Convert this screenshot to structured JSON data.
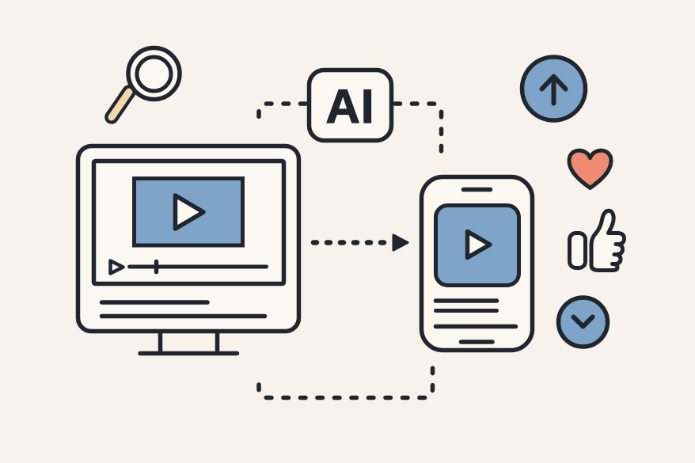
{
  "illustration": {
    "ai_badge_label": "AI",
    "icons": [
      "search-icon",
      "ai-badge",
      "desktop-video-player-icon",
      "play-icon",
      "progress-bar",
      "transfer-arrow-icon",
      "mobile-video-player-icon",
      "upload-circle-icon",
      "heart-icon",
      "thumbs-up-icon",
      "chevron-down-circle-icon",
      "dashed-connector"
    ]
  },
  "colors": {
    "background": "#f7f3ec",
    "surface": "#fbf8f2",
    "outline": "#21252e",
    "accent_blue": "#7ea4c9",
    "accent_coral": "#ee8b72",
    "accent_peach": "#f3d6ac",
    "play_fill": "#fbf8f0"
  }
}
